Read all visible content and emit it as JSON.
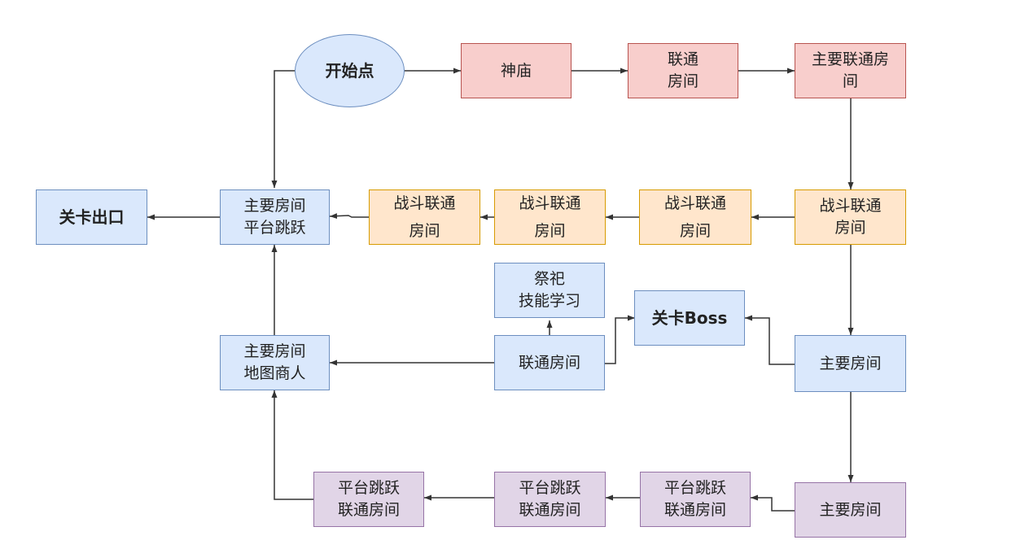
{
  "nodes": {
    "start": "开始点",
    "shrine": "神庙",
    "link_room_top": "联通\n房间",
    "main_link_room_top": "主要联通房\n间",
    "exit": "关卡出口",
    "main_room_platform": "主要房间\n平台跳跃",
    "combat_link_1": "战斗联通\n房间",
    "combat_link_2": "战斗联通\n房间",
    "combat_link_3": "战斗联通\n房间",
    "combat_link_4": "战斗联通\n房间",
    "sacrifice_skill": "祭祀\n技能学习",
    "boss": "关卡Boss",
    "main_room_map_merchant": "主要房间\n地图商人",
    "link_room_mid": "联通房间",
    "main_room_mid": "主要房间",
    "platform_link_1": "平台跳跃\n联通房间",
    "platform_link_2": "平台跳跃\n联通房间",
    "platform_link_3": "平台跳跃\n联通房间",
    "main_room_bottom": "主要房间"
  },
  "colors": {
    "blue_fill": "#dae8fc",
    "blue_stroke": "#6c8ebf",
    "red_fill": "#f8cecc",
    "red_stroke": "#b85450",
    "orange_fill": "#ffe6cc",
    "orange_stroke": "#d79b00",
    "purple_fill": "#e1d5e7",
    "purple_stroke": "#9673a6",
    "edge": "#333333"
  }
}
